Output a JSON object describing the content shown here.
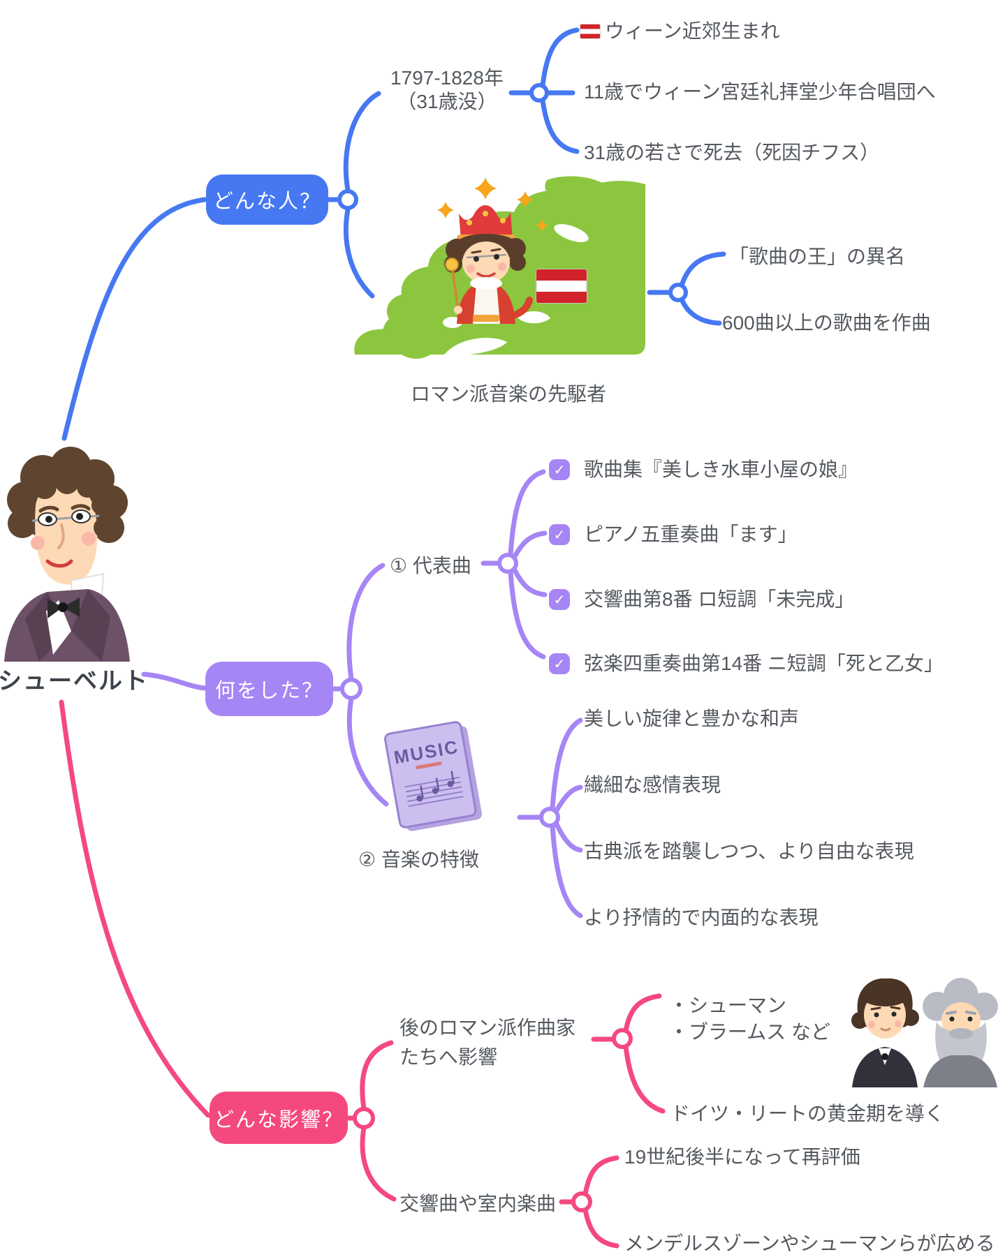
{
  "root": {
    "label": "シューベルト"
  },
  "colors": {
    "blue": "#4678F2",
    "purple": "#A685F5",
    "pink": "#F4497F",
    "map_green": "#8CC63F",
    "text_gray": "#54595f"
  },
  "icons": {
    "check": "✓",
    "austria_flag": "austria-flag"
  },
  "branch_who": {
    "label": "どんな人？",
    "period": {
      "line1": "1797-1828年",
      "line2": "（31歳没）"
    },
    "period_leaves": [
      "ウィーン近郊生まれ",
      "11歳でウィーン宮廷礼拝堂少年合唱団へ",
      "31歳の若さで死去（死因チフス）"
    ],
    "image_caption": "ロマン派音楽の先駆者",
    "image_leaves": [
      "「歌曲の王」の異名",
      "600曲以上の歌曲を作曲"
    ]
  },
  "branch_what": {
    "label": "何をした？",
    "works": {
      "label": "① 代表曲",
      "items": [
        "歌曲集『美しき水車小屋の娘』",
        "ピアノ五重奏曲「ます」",
        "交響曲第8番 ロ短調「未完成」",
        "弦楽四重奏曲第14番 ニ短調「死と乙女」"
      ]
    },
    "style": {
      "label": "② 音楽の特徴",
      "book_label": "MUSIC",
      "items": [
        "美しい旋律と豊かな和声",
        "繊細な感情表現",
        "古典派を踏襲しつつ、より自由な表現",
        "より抒情的で内面的な表現"
      ]
    }
  },
  "branch_influence": {
    "label": "どんな影響？",
    "romantics": {
      "line1": "後のロマン派作曲家",
      "line2": "たちへ影響",
      "names_line1": "・シューマン",
      "names_line2": "・ブラームス など",
      "leaf2": "ドイツ・リートの黄金期を導く"
    },
    "works": {
      "label": "交響曲や室内楽曲",
      "leaves": [
        "19世紀後半になって再評価",
        "メンデルスゾーンやシューマンらが広める"
      ]
    }
  }
}
